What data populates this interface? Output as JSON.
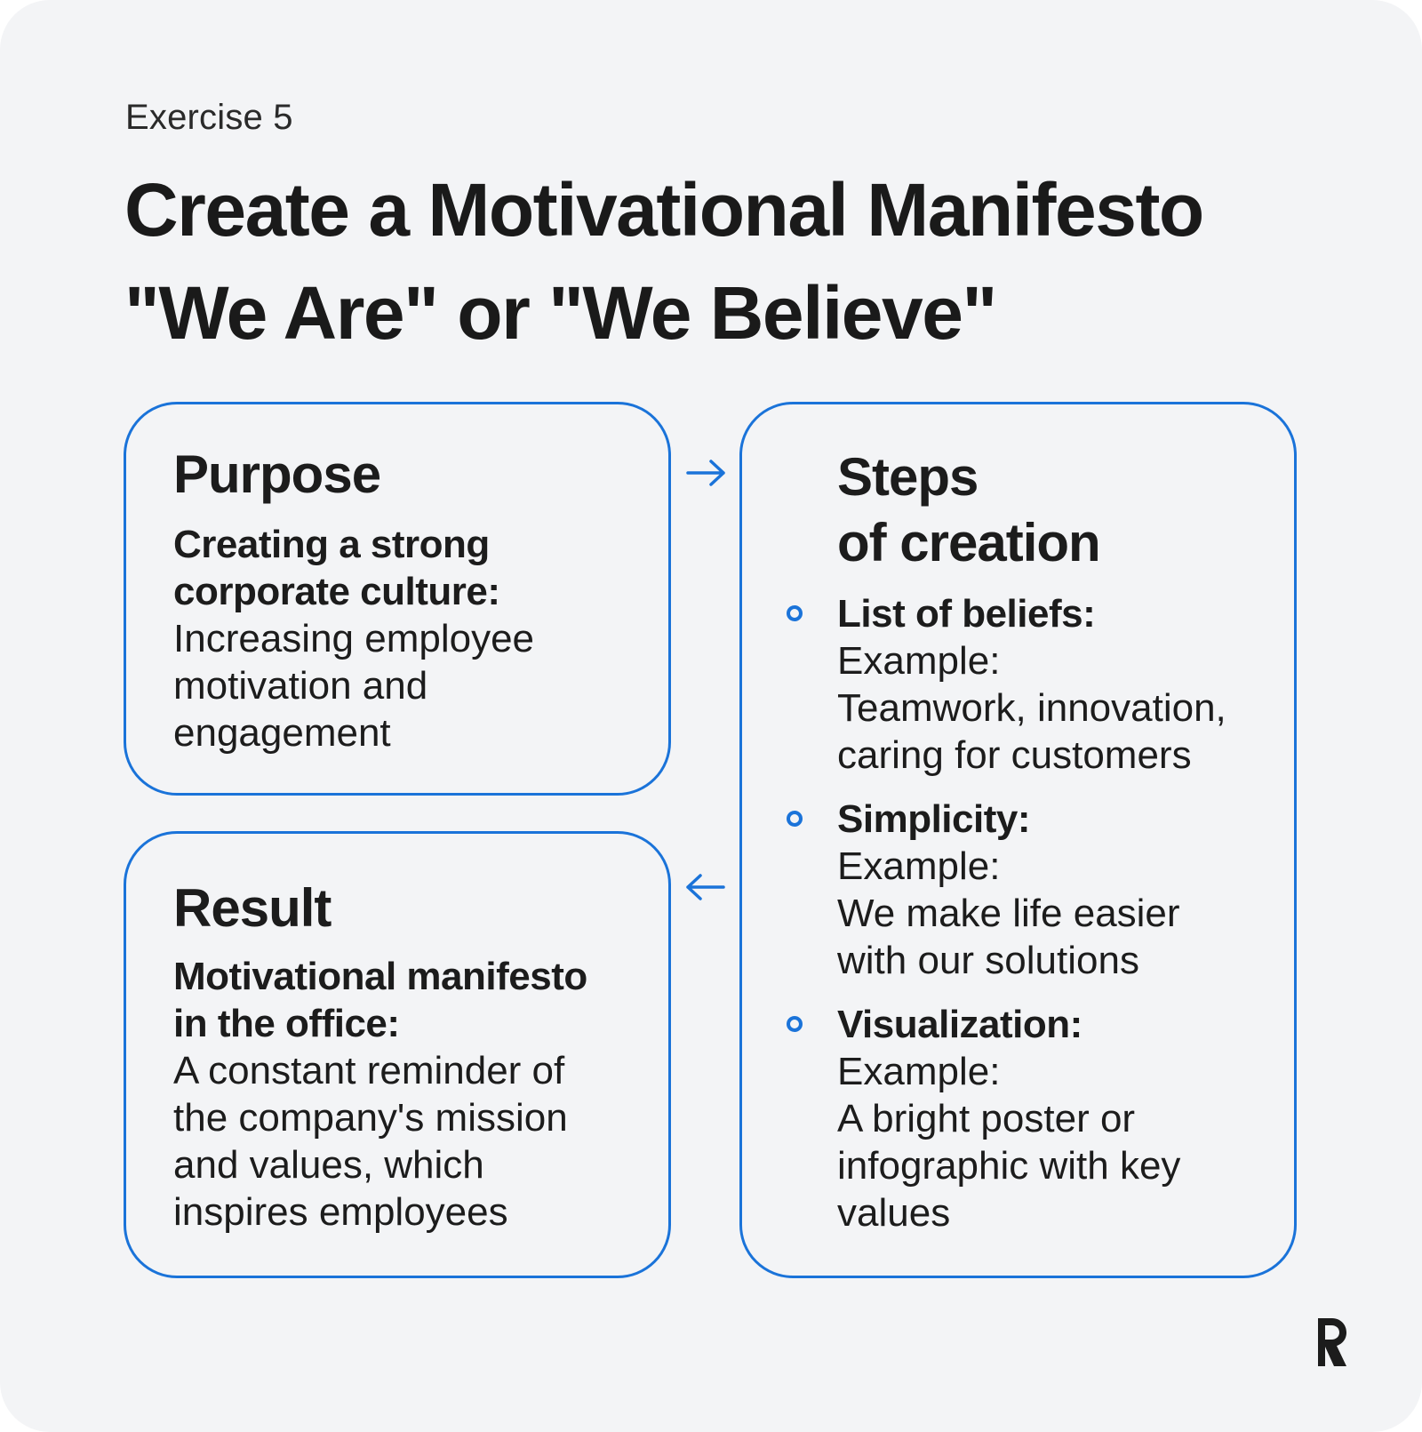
{
  "exercise_label": "Exercise 5",
  "title": {
    "line1": "Create a Motivational Manifesto",
    "line2": "\"We Are\" or \"We Believe\""
  },
  "purpose": {
    "heading": "Purpose",
    "bold_line1": "Creating a strong",
    "bold_line2": "corporate culture:",
    "line1": "Increasing employee",
    "line2": "motivation and",
    "line3": "engagement"
  },
  "steps": {
    "heading_line1": "Steps",
    "heading_line2": "of creation",
    "items": [
      {
        "title": "List of beliefs:",
        "lines": [
          "Example:",
          "Teamwork, innovation,",
          "caring for customers"
        ]
      },
      {
        "title": "Simplicity:",
        "lines": [
          "Example:",
          "We make life easier",
          "with our solutions"
        ]
      },
      {
        "title": "Visualization:",
        "lines": [
          "Example:",
          "A bright poster or",
          "infographic with key",
          "values"
        ]
      }
    ]
  },
  "result": {
    "heading": "Result",
    "bold_line1": "Motivational manifesto",
    "bold_line2": "in the office:",
    "line1": "A constant reminder of",
    "line2": "the company's mission",
    "line3": "and values, which",
    "line4": "inspires employees"
  },
  "colors": {
    "accent": "#1a73d9",
    "background": "#f3f4f6",
    "text": "#1c1c1c"
  },
  "icons": {
    "arrow_to_steps": "arrow-right-icon",
    "arrow_to_result": "arrow-left-icon",
    "bullet": "circle-bullet-icon",
    "logo": "brand-r-logo"
  }
}
